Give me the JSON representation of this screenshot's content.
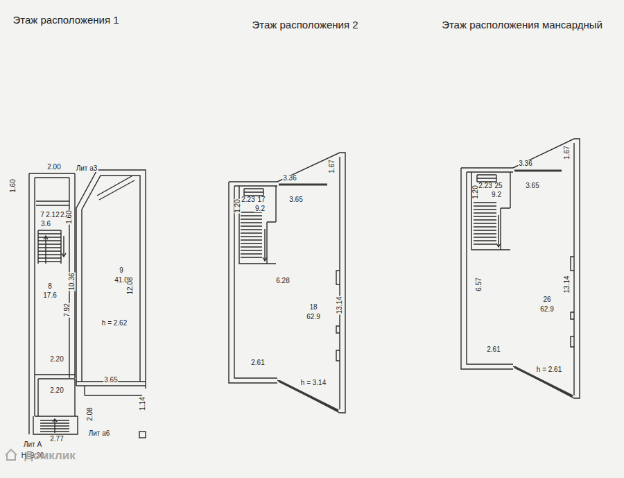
{
  "diagram": {
    "labels": [
      "Этаж расположения 1",
      "Этаж расположения 2",
      "Этаж расположения мансардный",
      "2.00",
      "Лит а3",
      "1.60",
      "7",
      "2.12",
      "2.2",
      "3.6",
      "1.60",
      "8",
      "17.6",
      "10.36",
      "7.92",
      "9",
      "41.0",
      "12.08",
      "h = 2.62",
      "2.20",
      "2.20",
      "3.65",
      "1.14",
      "2.08",
      "2.77",
      "Лит а6",
      "Лит А",
      "Н=9.30",
      "3.36",
      "1.67",
      "1.20",
      "2.23",
      "17",
      "9.2",
      "3.65",
      "6.28",
      "18",
      "62.9",
      "13.14",
      "2.61",
      "h = 3.14",
      "3.36",
      "1.67",
      "1.20",
      "2.23",
      "25",
      "9.2",
      "3.65",
      "6.57",
      "26",
      "62.9",
      "13.14",
      "2.61",
      "h = 2.61",
      "Домклик"
    ]
  }
}
